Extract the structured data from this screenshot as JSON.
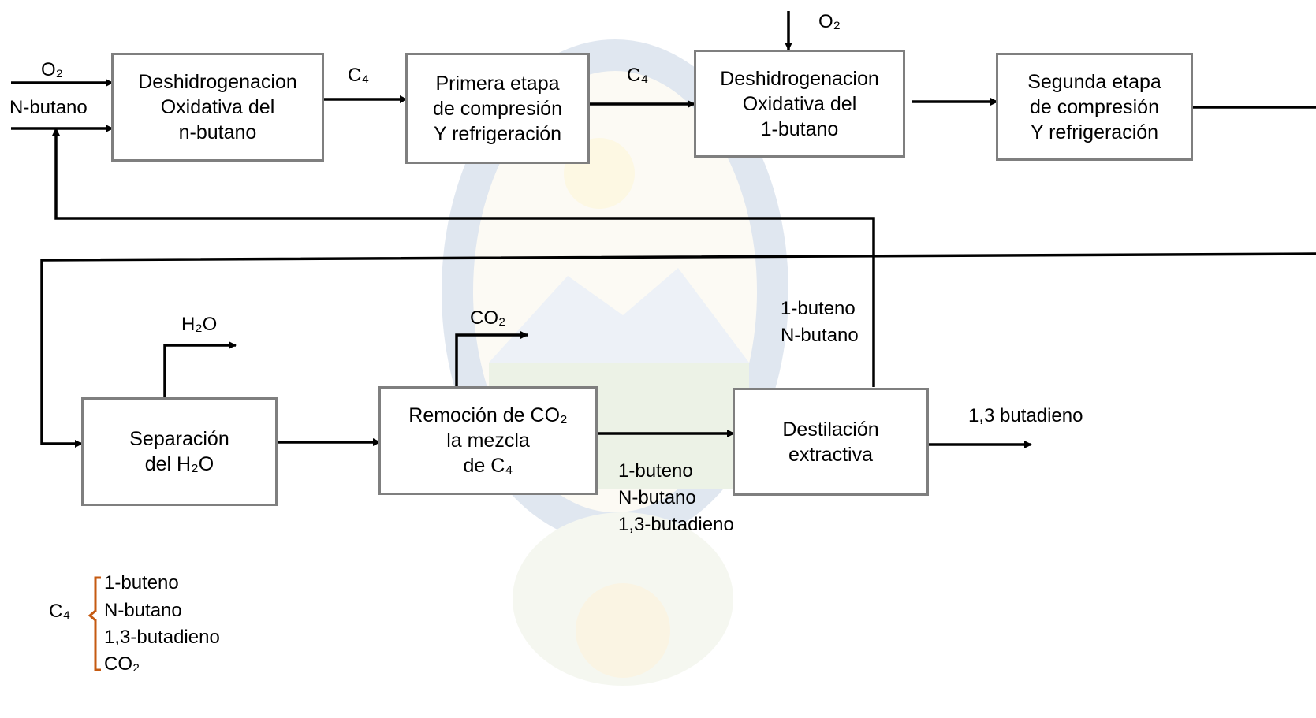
{
  "boxes": {
    "b1": [
      "Deshidrogenacion",
      "Oxidativa del",
      "n-butano"
    ],
    "b2": [
      "Primera etapa",
      "de compresión",
      "Y refrigeración"
    ],
    "b3": [
      "Deshidrogenacion",
      "Oxidativa del",
      "1-butano"
    ],
    "b4": [
      "Segunda etapa",
      "de compresión",
      "Y refrigeración"
    ],
    "b5": [
      "Separación",
      "del H₂O"
    ],
    "b6": [
      "Remoción de CO₂",
      "la mezcla",
      "de C₄"
    ],
    "b7": [
      "Destilación",
      "extractiva"
    ]
  },
  "labels": {
    "o2_in": "O₂",
    "n_butano_in": "N-butano",
    "c4_a": "C₄",
    "c4_b": "C₄",
    "o2_top": "O₂",
    "recycle_1": "1-buteno",
    "recycle_2": "N-butano",
    "h2o": "H₂O",
    "co2": "CO₂",
    "mix_1": "1-buteno",
    "mix_2": "N-butano",
    "mix_3": "1,3-butadieno",
    "product": "1,3 butadieno"
  },
  "legend": {
    "symbol": "C₄",
    "items": [
      "1-buteno",
      "N-butano",
      "1,3-butadieno",
      "CO₂"
    ],
    "bracket_color": "#c55a11"
  },
  "colors": {
    "box_border": "#7f7f7f",
    "line": "#000000"
  }
}
